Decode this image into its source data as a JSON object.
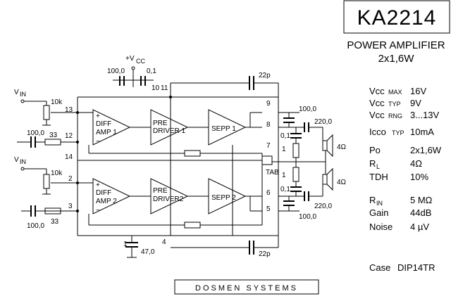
{
  "header": {
    "part_number": "KA2214",
    "function": "POWER AMPLIFIER",
    "channels": "2x1,6W"
  },
  "specs": [
    {
      "name_main": "Vcc",
      "name_sub": "MAX",
      "value": "16V"
    },
    {
      "name_main": "Vcc",
      "name_sub": "TYP",
      "value": "9V"
    },
    {
      "name_main": "Vcc",
      "name_sub": "RNG",
      "value": "3...13V"
    },
    {
      "name_main": "Icco",
      "name_sub": "TYP",
      "value": "10mA"
    },
    {
      "name_main": "Po",
      "name_sub": "",
      "value": "2x1,6W"
    },
    {
      "name_main": "R",
      "name_sub": "L",
      "value": "4Ω"
    },
    {
      "name_main": "TDH",
      "name_sub": "",
      "value": "10%"
    },
    {
      "name_main": "R",
      "name_sub": "IN",
      "value": "5 MΩ"
    },
    {
      "name_main": "Gain",
      "name_sub": "",
      "value": "44dB"
    },
    {
      "name_main": "Noise",
      "name_sub": "",
      "value": "4 µV"
    }
  ],
  "case": {
    "label": "Case",
    "value": "DIP14TR"
  },
  "brand": "DOSMEN   SYSTEMS",
  "schematic": {
    "supply": {
      "main": "+V",
      "sub": "CC"
    },
    "blocks": {
      "diff1": [
        "DIFF",
        "AMP 1"
      ],
      "diff2": [
        "DIFF",
        "AMP 2"
      ],
      "pre1": [
        "PRE",
        "DRIVER 1"
      ],
      "pre2": [
        "PRE",
        "DRIVER2"
      ],
      "sepp1": "SEPP 1",
      "sepp2": "SEPP 2"
    },
    "pins": [
      "13",
      "12",
      "14",
      "2",
      "3",
      "11",
      "10",
      "9",
      "8",
      "7",
      "6",
      "5",
      "1",
      "4"
    ],
    "tab": "TAB",
    "inputs": {
      "main": "V",
      "sub": "IN"
    },
    "components": {
      "c_supply_1": "100,0",
      "c_supply_2": "0,1",
      "c_fb_top": "22p",
      "c_fb_bot": "22p",
      "r_in1": "10k",
      "r_in2": "10k",
      "c_in1": "100,0",
      "c_in2": "100,0",
      "r_fb1": "33",
      "r_fb2": "33",
      "c_boot1": "100,0",
      "c_boot2": "100,0",
      "c_out1": "220,0",
      "c_out2": "220,0",
      "c_zob1": "0,1",
      "c_zob2": "0,1",
      "r_zob1": "1",
      "r_zob2": "1",
      "spk1": "4Ω",
      "spk2": "4Ω",
      "c_rip": "47,0",
      "rip_pin": "1"
    }
  }
}
